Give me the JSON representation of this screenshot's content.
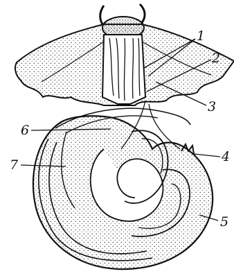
{
  "figure": {
    "labels": [
      {
        "id": "1",
        "text": "1"
      },
      {
        "id": "2",
        "text": "2"
      },
      {
        "id": "3",
        "text": "3"
      },
      {
        "id": "4",
        "text": "4"
      },
      {
        "id": "5",
        "text": "5"
      },
      {
        "id": "6",
        "text": "6"
      },
      {
        "id": "7",
        "text": "7"
      }
    ]
  },
  "colors": {
    "ink": "#111111",
    "stipple": "#444444",
    "paper": "#ffffff"
  }
}
